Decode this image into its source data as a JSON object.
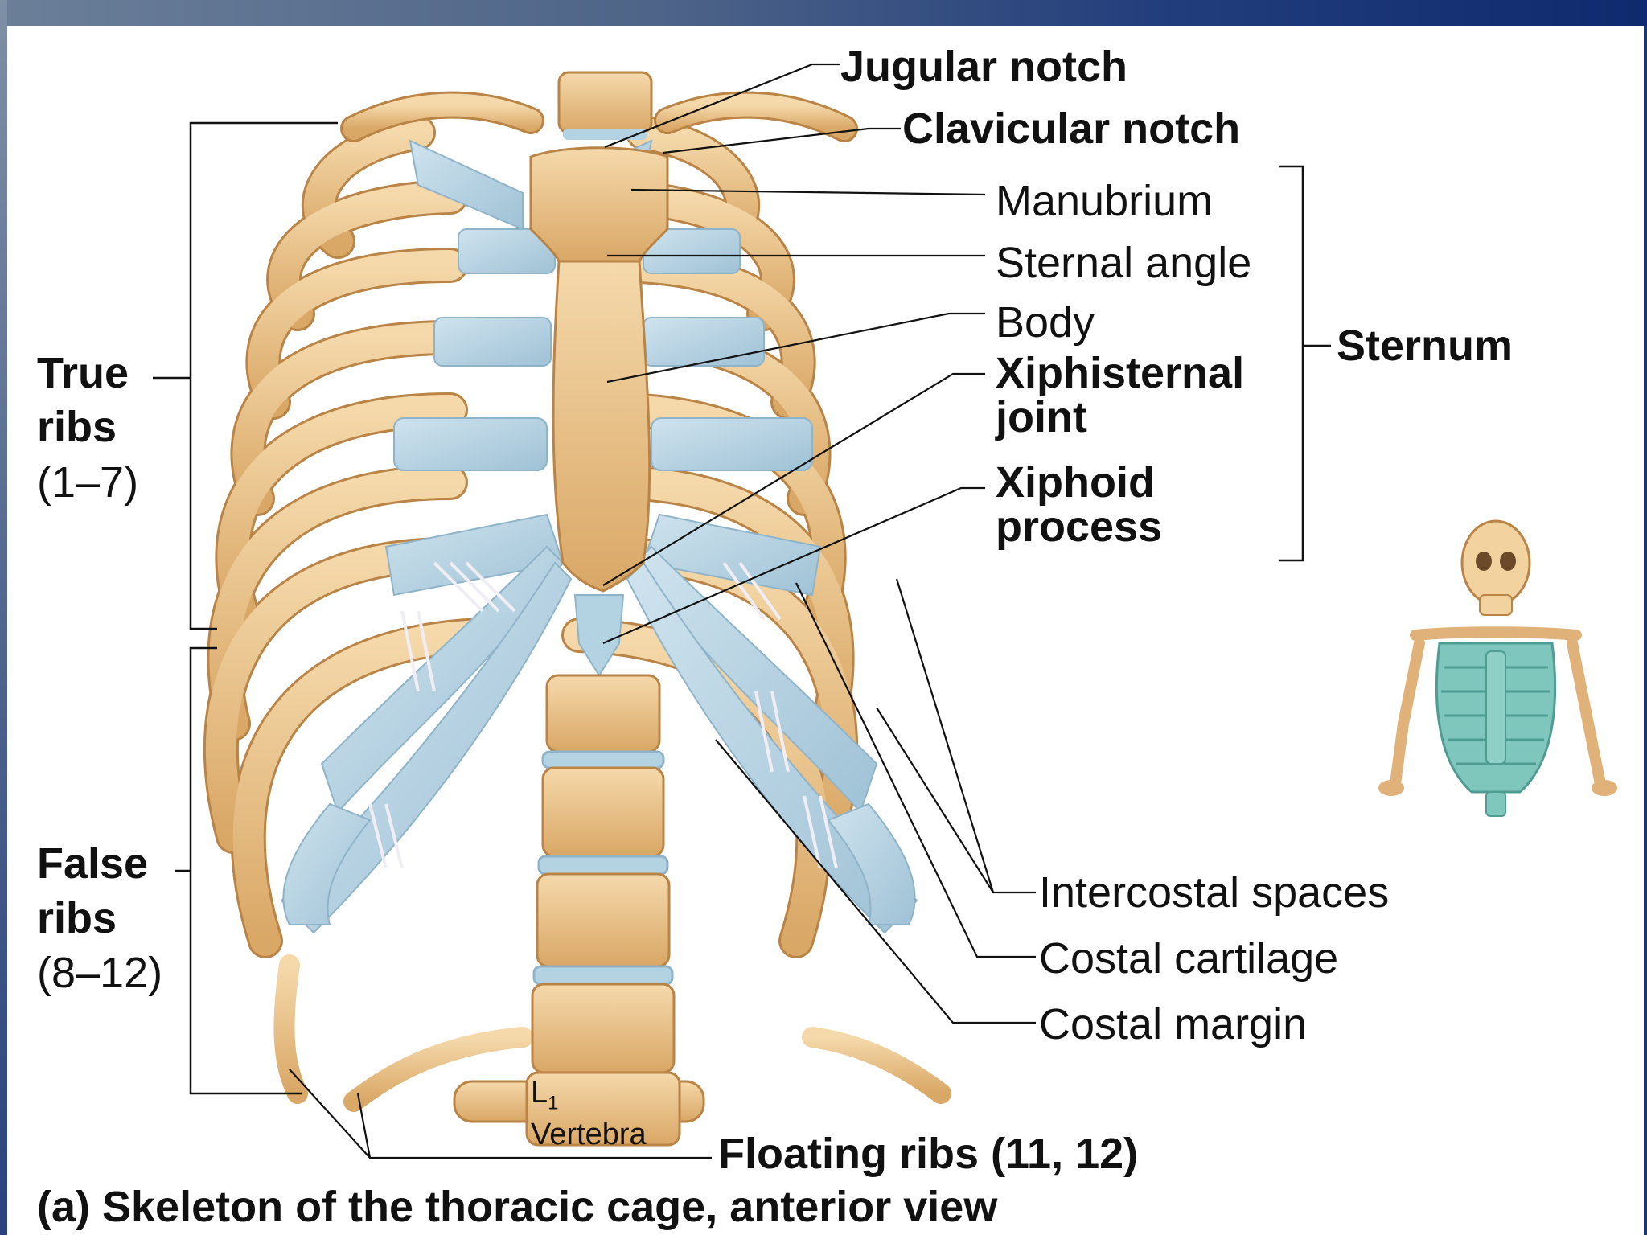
{
  "labels": {
    "jugular_notch": "Jugular notch",
    "clavicular_notch": "Clavicular notch",
    "manubrium": "Manubrium",
    "sternal_angle": "Sternal angle",
    "body": "Body",
    "xiphisternal_joint_line1": "Xiphisternal",
    "xiphisternal_joint_line2": "joint",
    "xiphoid_process_line1": "Xiphoid",
    "xiphoid_process_line2": "process",
    "sternum": "Sternum",
    "true_ribs_line1": "True",
    "true_ribs_line2": "ribs",
    "true_ribs_line3": "(1–7)",
    "false_ribs_line1": "False",
    "false_ribs_line2": "ribs",
    "false_ribs_line3": "(8–12)",
    "intercostal_spaces": "Intercostal spaces",
    "costal_cartilage": "Costal cartilage",
    "costal_margin": "Costal margin",
    "l1_vertebra_line1": "L",
    "l1_vertebra_subscript": "1",
    "l1_vertebra_line2": "Vertebra",
    "floating_ribs": "Floating ribs (11, 12)",
    "caption": "(a) Skeleton of the thoracic cage, anterior view"
  },
  "colors": {
    "bone": "#ebc48e",
    "bone_shade": "#c98f4e",
    "cartilage": "#b4d3e2",
    "inset_cage": "#7fc6bd",
    "header_band": "#233e7c",
    "leader_line": "#111111"
  }
}
